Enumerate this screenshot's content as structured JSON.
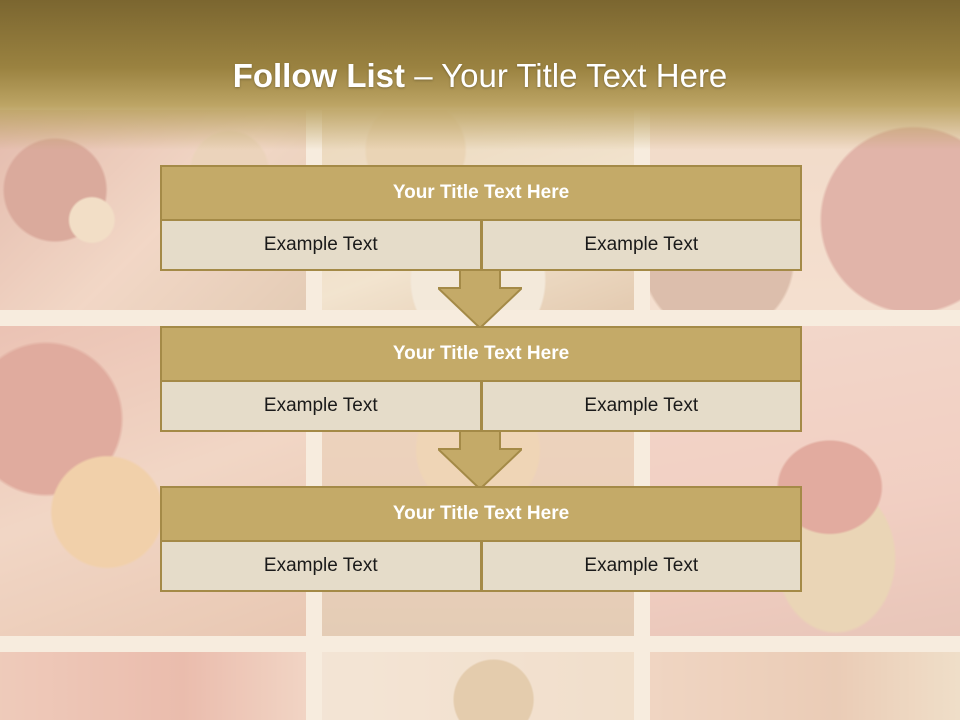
{
  "header": {
    "title_bold": "Follow List",
    "title_rest": " – Your Title Text Here"
  },
  "colors": {
    "accent": "#c4aa68",
    "accent_border": "#a48a47",
    "cell_background": "#e5dcc9",
    "header_band": "#9a8240"
  },
  "steps": [
    {
      "title": "Your Title Text Here",
      "left": "Example Text",
      "right": "Example Text"
    },
    {
      "title": "Your Title Text Here",
      "left": "Example Text",
      "right": "Example Text"
    },
    {
      "title": "Your Title Text Here",
      "left": "Example Text",
      "right": "Example Text"
    }
  ],
  "connectors": [
    "down-arrow-icon",
    "down-arrow-icon"
  ]
}
